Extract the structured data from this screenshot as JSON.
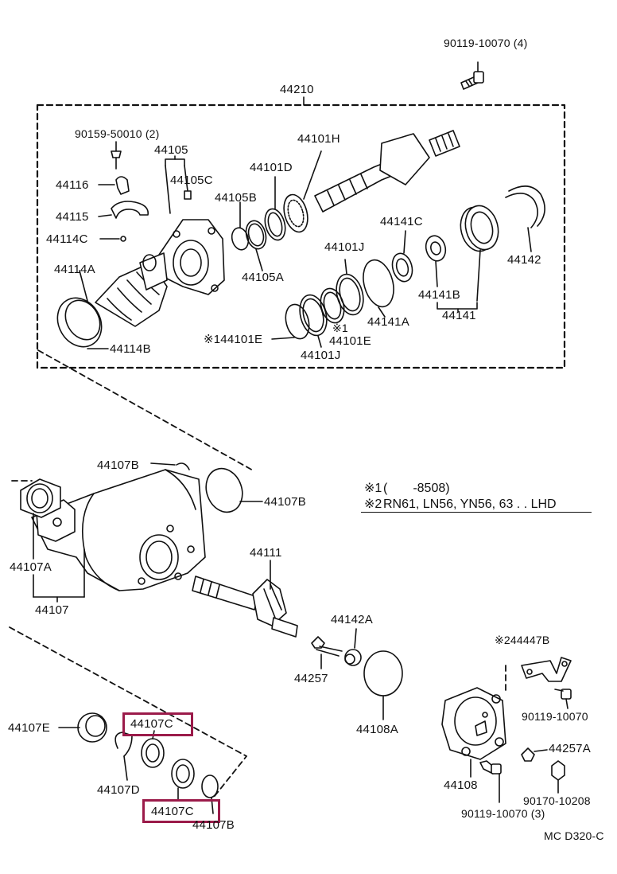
{
  "labels": {
    "bolt_top": "90119-10070 (4)",
    "assembly": "44210",
    "screw_90159": "90159-50010 (2)",
    "l44105": "44105",
    "l44105C": "44105C",
    "l44116": "44116",
    "l44115": "44115",
    "l44114C": "44114C",
    "l44114A": "44114A",
    "l44114B": "44114B",
    "l44101H": "44101H",
    "l44101D": "44101D",
    "l44105B": "44105B",
    "l44105A": "44105A",
    "l44141C": "44141C",
    "l44101J_top": "44101J",
    "l44142": "44142",
    "l44141B": "44141B",
    "l44141A": "44141A",
    "l44141": "44141",
    "l44101E_star1": "※144101E",
    "l44101E_mark": "※1",
    "l44101E": "44101E",
    "l44101J_bottom": "44101J",
    "l44107B_a": "44107B",
    "l44107B_b": "44107B",
    "l44107A": "44107A",
    "l44107": "44107",
    "l44111": "44111",
    "l44142A": "44142A",
    "l44257": "44257",
    "l44108A": "44108A",
    "l44447B": "※244447B",
    "bolt_right": "90119-10070",
    "l44257A": "44257A",
    "l44108": "44108",
    "nut_right": "90170-10208",
    "bolt_bottom": "90119-10070 (3)",
    "l44107E": "44107E",
    "l44107C_a": "44107C",
    "l44107D": "44107D",
    "l44107C_b": "44107C",
    "l44107B_c": "44107B",
    "ref_code": "MC D320-C"
  },
  "notes": {
    "note1_mark": "※1",
    "note1_text": "(  -8508)",
    "note2_mark": "※2",
    "note2_text": "RN61, LN56, YN56, 63 . . LHD"
  },
  "highlight_color": "#9b1b4a"
}
